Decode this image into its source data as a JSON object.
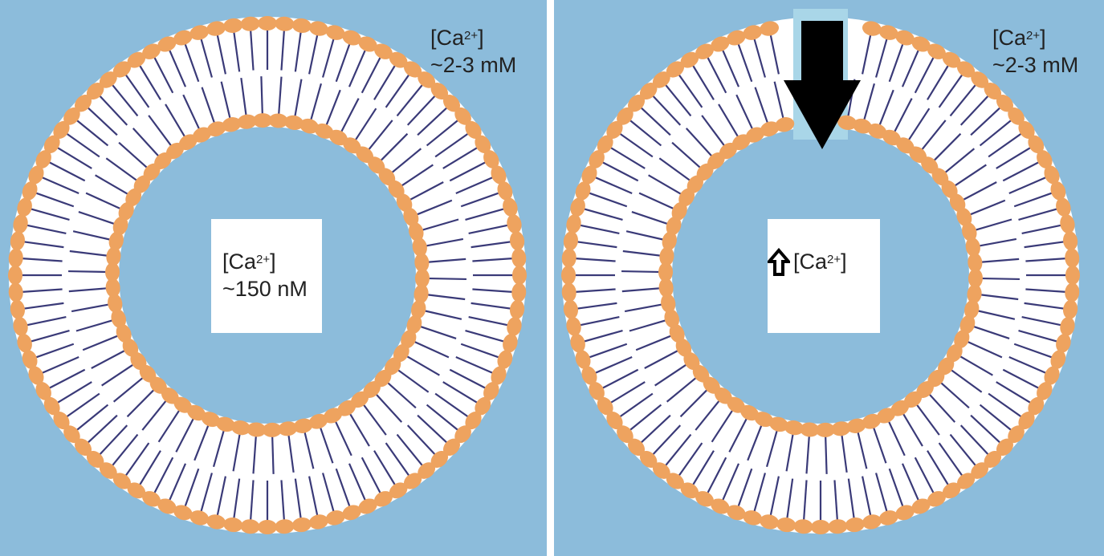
{
  "colors": {
    "background": "#8cbcdb",
    "lipid_head": "#eea35f",
    "lipid_tail": "#3a3a78",
    "bilayer_fill": "#ffffff",
    "channel_highlight": "#a9d6e8",
    "arrow": "#000000"
  },
  "icons": {
    "influx_arrow": "down-arrow-icon",
    "increase_indicator": "up-arrow-outline-icon"
  },
  "panels": [
    {
      "id": "resting",
      "outside": {
        "ion": "[Ca",
        "charge": "2+",
        "bracket_close": "]",
        "value": "~2-3 mM"
      },
      "inside": {
        "ion": "[Ca",
        "charge": "2+",
        "bracket_close": "]",
        "value": "~150 nM"
      }
    },
    {
      "id": "influx",
      "outside": {
        "ion": "[Ca",
        "charge": "2+",
        "bracket_close": "]",
        "value": "~2-3 mM"
      },
      "inside": {
        "ion": "[Ca",
        "charge": "2+",
        "bracket_close": "]"
      }
    }
  ]
}
